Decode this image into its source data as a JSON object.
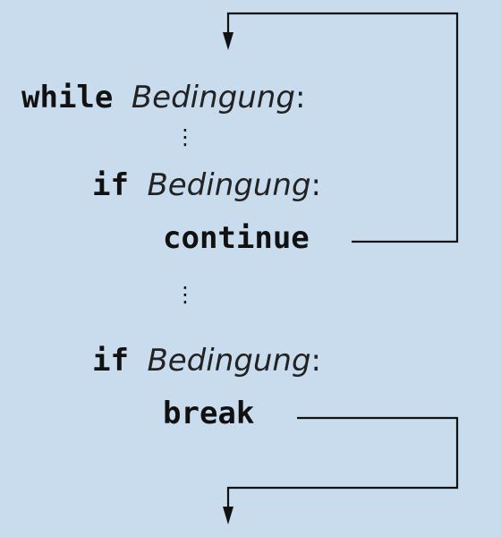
{
  "code": {
    "while_line": {
      "keyword": "while",
      "condition": "Bedingung",
      "colon": ":"
    },
    "ellipsis_1": "⋮",
    "if_line_1": {
      "keyword": "if",
      "condition": "Bedingung",
      "colon": ":"
    },
    "continue_line": {
      "keyword": "continue"
    },
    "ellipsis_2": "⋮",
    "if_line_2": {
      "keyword": "if",
      "condition": "Bedingung",
      "colon": ":"
    },
    "break_line": {
      "keyword": "break"
    }
  },
  "colors": {
    "background": "#c8dcee",
    "line": "#111111"
  }
}
